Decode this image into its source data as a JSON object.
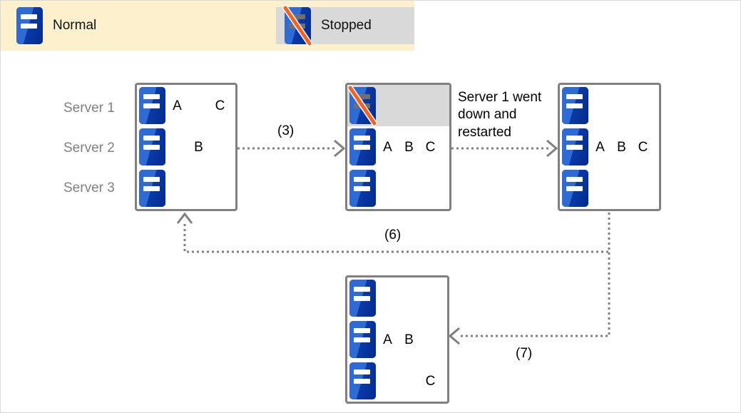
{
  "legend": {
    "items": [
      {
        "icon": "server-icon",
        "label": "Normal",
        "state": "normal"
      },
      {
        "icon": "server-stopped-icon",
        "label": "Stopped",
        "state": "stopped"
      }
    ]
  },
  "row_labels": [
    "Server 1",
    "Server 2",
    "Server 3"
  ],
  "states": [
    {
      "id": "state-initial",
      "rows": [
        {
          "server": "Server 1",
          "state": "normal",
          "slots": [
            "A",
            "",
            "C"
          ]
        },
        {
          "server": "Server 2",
          "state": "normal",
          "slots": [
            "",
            "B",
            ""
          ]
        },
        {
          "server": "Server 3",
          "state": "normal",
          "slots": [
            "",
            "",
            ""
          ]
        }
      ]
    },
    {
      "id": "state-server1-stopped",
      "rows": [
        {
          "server": "Server 1",
          "state": "stopped",
          "slots": [
            "",
            "",
            ""
          ]
        },
        {
          "server": "Server 2",
          "state": "normal",
          "slots": [
            "A",
            "B",
            "C"
          ]
        },
        {
          "server": "Server 3",
          "state": "normal",
          "slots": [
            "",
            "",
            ""
          ]
        }
      ]
    },
    {
      "id": "state-server1-restarted",
      "rows": [
        {
          "server": "Server 1",
          "state": "normal",
          "slots": [
            "",
            "",
            ""
          ]
        },
        {
          "server": "Server 2",
          "state": "normal",
          "slots": [
            "A",
            "B",
            "C"
          ]
        },
        {
          "server": "Server 3",
          "state": "normal",
          "slots": [
            "",
            "",
            ""
          ]
        }
      ]
    },
    {
      "id": "state-rebalanced",
      "rows": [
        {
          "server": "Server 1",
          "state": "normal",
          "slots": [
            "",
            "",
            ""
          ]
        },
        {
          "server": "Server 2",
          "state": "normal",
          "slots": [
            "A",
            "B",
            ""
          ]
        },
        {
          "server": "Server 3",
          "state": "normal",
          "slots": [
            "",
            "",
            "C"
          ]
        }
      ]
    }
  ],
  "annotations": {
    "server1_down": "Server 1 went\ndown and\nrestarted"
  },
  "step_labels": {
    "step3": "(3)",
    "step6": "(6)",
    "step7": "(7)"
  },
  "colors": {
    "legend_background": "#FDF0CC",
    "stopped_chip_background": "#D9D9D9",
    "server_blue_light": "#2F6BD4",
    "server_blue_dark": "#002B8E",
    "stopped_slash": "#F4621F",
    "box_border": "#808080",
    "label_gray": "#808080",
    "connector_gray": "#808080"
  }
}
